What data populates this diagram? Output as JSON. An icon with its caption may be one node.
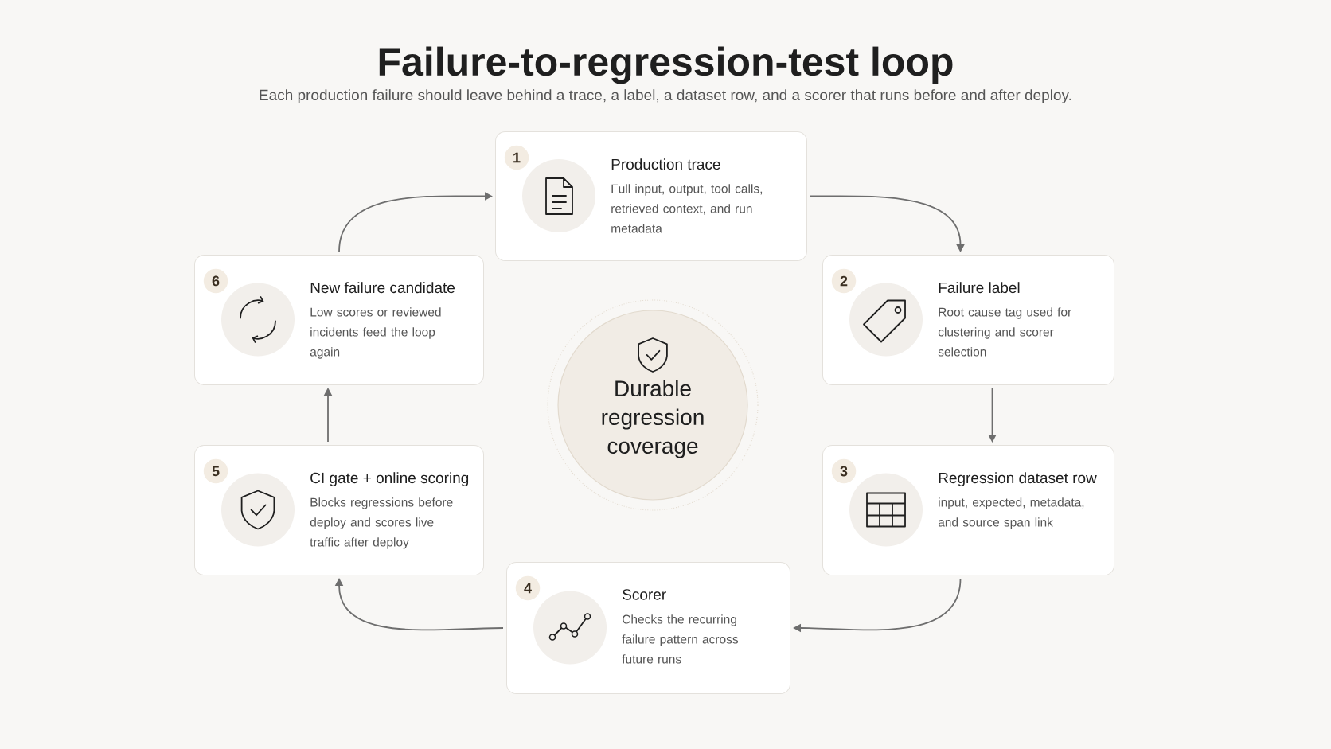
{
  "diagram": {
    "title": "Failure-to-regression-test loop",
    "caption": "Each production failure should leave behind a trace, a label, a dataset row, and a scorer that runs before and after deploy.",
    "nodes": [
      {
        "text": [
          "1",
          "Production trace",
          "Full input, output, tool calls, retrieved context, and run metadata"
        ]
      },
      {
        "text": [
          "2",
          "Failure label",
          "Root cause tag used for clustering and scorer selection"
        ]
      },
      {
        "text": [
          "3",
          "Regression dataset row",
          "input, expected, metadata, and source span link"
        ]
      },
      {
        "text": [
          "4",
          "Scorer",
          "Checks the recurring failure pattern across future runs"
        ]
      },
      {
        "text": [
          "5",
          "CI gate + online scoring",
          "Blocks regressions before deploy and scores live traffic after deploy"
        ]
      },
      {
        "text": [
          "6",
          "New failure candidate",
          "Low scores or reviewed incidents feed the loop again"
        ]
      },
      {
        "text": [
          "Durable regression coverage"
        ]
      }
    ],
    "edges": [
      {
        "from": 0,
        "to": 1,
        "arrow": "to"
      },
      {
        "from": 1,
        "to": 2,
        "arrow": "to"
      },
      {
        "from": 2,
        "to": 3,
        "arrow": "to"
      },
      {
        "from": 3,
        "to": 4,
        "arrow": "to"
      },
      {
        "from": 4,
        "to": 5,
        "arrow": "to"
      },
      {
        "from": 5,
        "to": 0,
        "arrow": "to"
      }
    ]
  }
}
